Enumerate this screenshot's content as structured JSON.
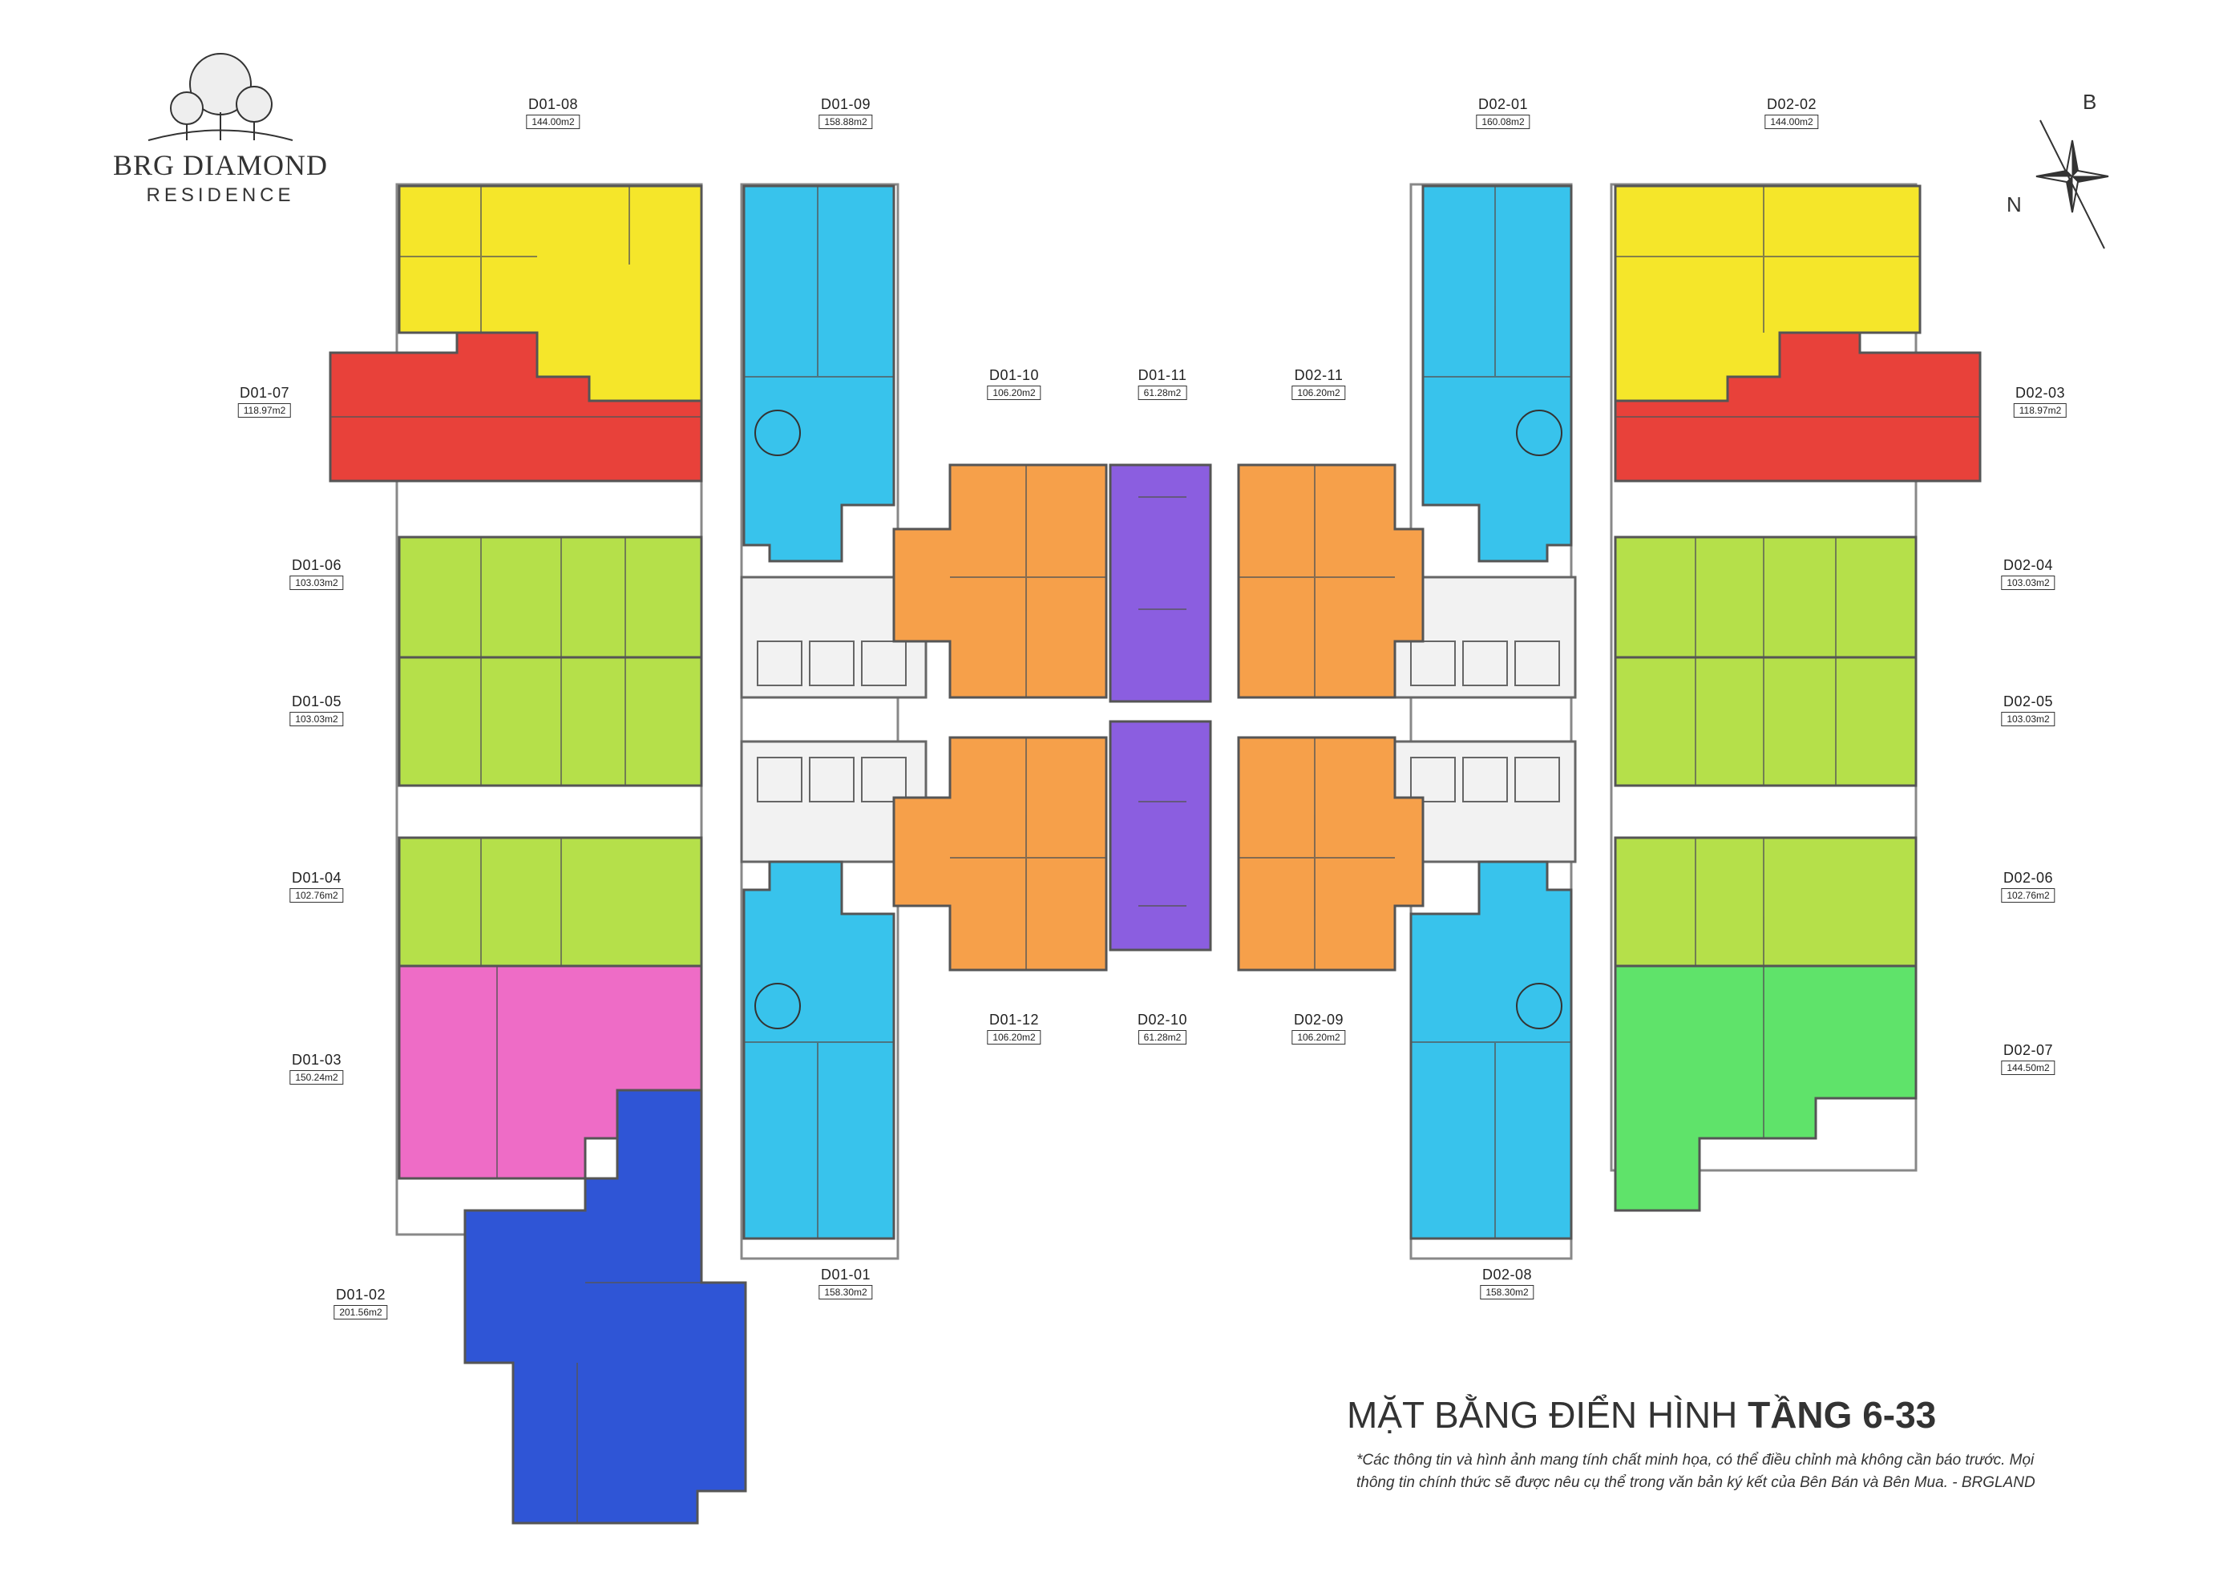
{
  "brand": {
    "name": "BRG DIAMOND",
    "subtitle": "RESIDENCE"
  },
  "title": {
    "prefix": "MẶT BẰNG ĐIỂN HÌNH ",
    "bold": "TẦNG 6-33"
  },
  "disclaimer": "*Các thông tin và hình ảnh mang tính chất minh họa, có thể điều chỉnh mà không cần báo trước. Mọi thông tin chính thức sẽ được nêu cụ thể trong văn bản ký kết của Bên Bán và Bên Mua. - BRGLAND",
  "compass": {
    "b": "B",
    "n": "N"
  },
  "colors": {
    "yellow": "#f5e62a",
    "red": "#e8413a",
    "lime": "#b5e04a",
    "pink": "#ee6cc6",
    "blue": "#2f55d6",
    "cyan": "#38c3ec",
    "orange": "#f6a04a",
    "purple": "#8b5ee0",
    "green": "#5fe36a",
    "core": "#f2f2f2",
    "wall": "#555555"
  },
  "units": [
    {
      "code": "D01-08",
      "area": "144.00m2",
      "color": "yellow"
    },
    {
      "code": "D01-09",
      "area": "158.88m2",
      "color": "cyan"
    },
    {
      "code": "D02-01",
      "area": "160.08m2",
      "color": "cyan"
    },
    {
      "code": "D02-02",
      "area": "144.00m2",
      "color": "yellow"
    },
    {
      "code": "D01-07",
      "area": "118.97m2",
      "color": "red"
    },
    {
      "code": "D02-03",
      "area": "118.97m2",
      "color": "red"
    },
    {
      "code": "D01-10",
      "area": "106.20m2",
      "color": "orange"
    },
    {
      "code": "D01-11",
      "area": "61.28m2",
      "color": "purple"
    },
    {
      "code": "D02-11",
      "area": "106.20m2",
      "color": "orange"
    },
    {
      "code": "D01-06",
      "area": "103.03m2",
      "color": "lime"
    },
    {
      "code": "D02-04",
      "area": "103.03m2",
      "color": "lime"
    },
    {
      "code": "D01-05",
      "area": "103.03m2",
      "color": "lime"
    },
    {
      "code": "D02-05",
      "area": "103.03m2",
      "color": "lime"
    },
    {
      "code": "D01-04",
      "area": "102.76m2",
      "color": "lime"
    },
    {
      "code": "D02-06",
      "area": "102.76m2",
      "color": "lime"
    },
    {
      "code": "D01-12",
      "area": "106.20m2",
      "color": "orange"
    },
    {
      "code": "D02-10",
      "area": "61.28m2",
      "color": "purple"
    },
    {
      "code": "D02-09",
      "area": "106.20m2",
      "color": "orange"
    },
    {
      "code": "D01-03",
      "area": "150.24m2",
      "color": "pink"
    },
    {
      "code": "D02-07",
      "area": "144.50m2",
      "color": "green"
    },
    {
      "code": "D01-01",
      "area": "158.30m2",
      "color": "cyan"
    },
    {
      "code": "D02-08",
      "area": "158.30m2",
      "color": "cyan"
    },
    {
      "code": "D01-02",
      "area": "201.56m2",
      "color": "blue"
    }
  ]
}
